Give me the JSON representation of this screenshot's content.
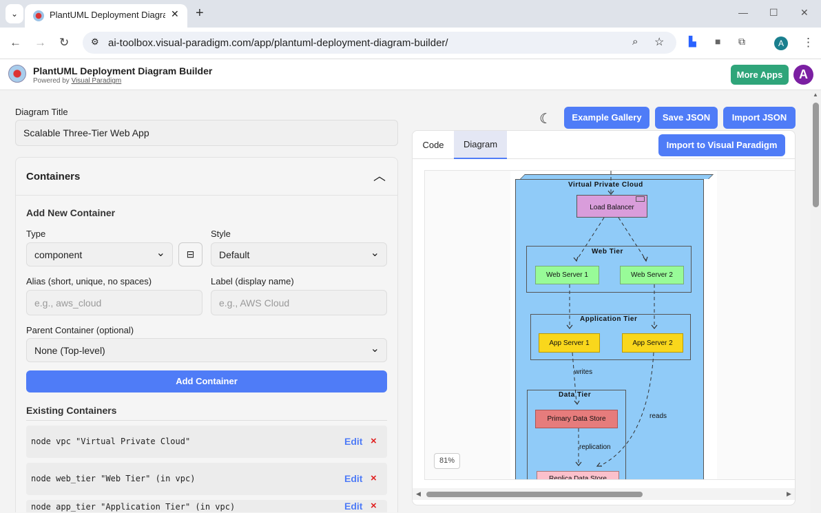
{
  "browser": {
    "tab_title": "PlantUML Deployment Diagram Builder",
    "url": "ai-toolbox.visual-paradigm.com/app/plantuml-deployment-diagram-builder/",
    "avatar": "A"
  },
  "app": {
    "title": "PlantUML Deployment Diagram Builder",
    "powered_prefix": "Powered by ",
    "powered_link": "Visual Paradigm",
    "more_apps": "More Apps",
    "avatar": "A"
  },
  "form": {
    "diagram_title_label": "Diagram Title",
    "diagram_title_value": "Scalable Three-Tier Web App",
    "containers_header": "Containers",
    "add_new_header": "Add New Container",
    "type_label": "Type",
    "type_value": "component",
    "style_label": "Style",
    "style_value": "Default",
    "alias_label": "Alias (short, unique, no spaces)",
    "alias_placeholder": "e.g., aws_cloud",
    "label_label": "Label (display name)",
    "label_placeholder": "e.g., AWS Cloud",
    "parent_label": "Parent Container (optional)",
    "parent_value": "None (Top-level)",
    "add_button": "Add Container",
    "existing_header": "Existing Containers",
    "existing": [
      {
        "code": "node vpc \"Virtual Private Cloud\"",
        "edit": "Edit",
        "delete": "×"
      },
      {
        "code": "node web_tier \"Web Tier\" (in vpc)",
        "edit": "Edit",
        "delete": "×"
      },
      {
        "code": "node app_tier \"Application Tier\" (in vpc)",
        "edit": "Edit",
        "delete": "×"
      }
    ]
  },
  "toolbar": {
    "example_gallery": "Example Gallery",
    "save_json": "Save JSON",
    "import_json": "Import JSON",
    "import_vp": "Import to Visual Paradigm"
  },
  "tabs": [
    {
      "label": "Code",
      "active": false
    },
    {
      "label": "Diagram",
      "active": true
    }
  ],
  "zoom": "81%",
  "diagram": {
    "vpc": "Virtual Private Cloud",
    "load_balancer": "Load Balancer",
    "web_tier": "Web Tier",
    "web1": "Web Server 1",
    "web2": "Web Server 2",
    "app_tier": "Application Tier",
    "app1": "App Server 1",
    "app2": "App Server 2",
    "data_tier": "Data Tier",
    "primary": "Primary Data Store",
    "replica": "Replica Data Store",
    "writes": "writes",
    "reads": "reads",
    "replication": "replication",
    "colors": {
      "vpc": "#90cbf8",
      "load_balancer": "#d99ddb",
      "web": "#98fb98",
      "app": "#f9d71c",
      "primary": "#e67c7c",
      "replica": "#fbc0cb"
    }
  }
}
